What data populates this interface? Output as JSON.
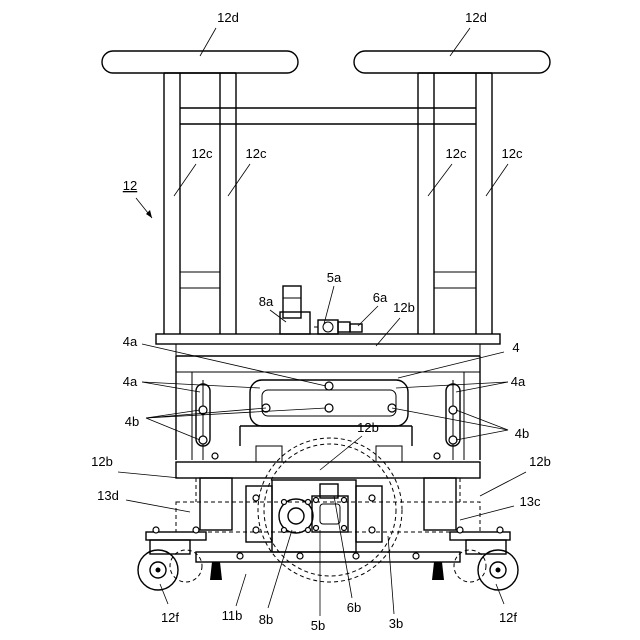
{
  "figure": {
    "labels": {
      "l_12d_left": "12d",
      "l_12d_right": "12d",
      "l_12c_1": "12c",
      "l_12c_2": "12c",
      "l_12c_3": "12c",
      "l_12c_4": "12c",
      "l_12": "12",
      "l_5a": "5a",
      "l_6a": "6a",
      "l_8a": "8a",
      "l_12b_top": "12b",
      "l_4a_top": "4a",
      "l_4": "4",
      "l_4a_left": "4a",
      "l_4a_right": "4a",
      "l_4b_left": "4b",
      "l_4b_right": "4b",
      "l_12b_mid": "12b",
      "l_12b_left": "12b",
      "l_12b_right": "12b",
      "l_13d": "13d",
      "l_13c": "13c",
      "l_12f_left": "12f",
      "l_12f_right": "12f",
      "l_11b": "11b",
      "l_8b": "8b",
      "l_5b": "5b",
      "l_6b": "6b",
      "l_3b": "3b"
    }
  }
}
